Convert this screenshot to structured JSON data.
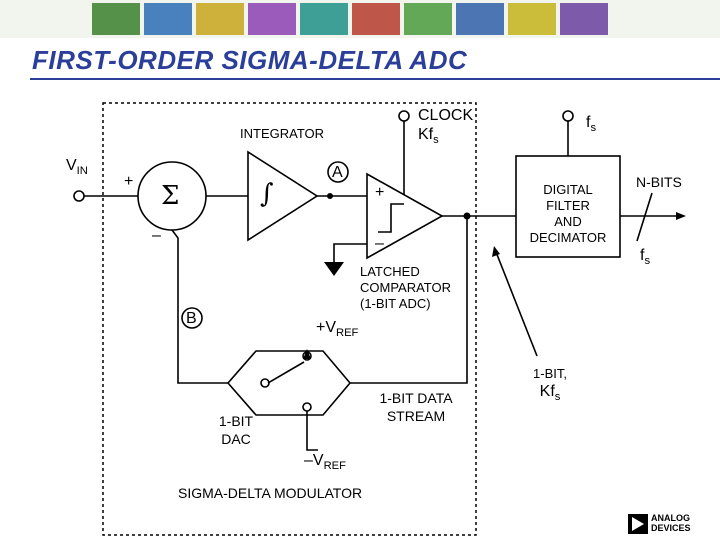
{
  "title": "FIRST-ORDER SIGMA-DELTA ADC",
  "banner_colors": [
    "#3a7f2a",
    "#2c6bb5",
    "#c8a51b",
    "#8b3fb0",
    "#1f8f86",
    "#b53a2c",
    "#4a9a3c",
    "#2f5fa8",
    "#c4b31a",
    "#6a3f9e"
  ],
  "labels": {
    "vin_main": "V",
    "vin_sub": "IN",
    "integrator": "INTEGRATOR",
    "clock_line1": "CLOCK",
    "clock_line2_main": "Kf",
    "clock_line2_sub": "s",
    "fs_top_main": "f",
    "fs_top_sub": "s",
    "plus_sum": "+",
    "minus_sum": "–",
    "sigma": "Σ",
    "integral": "∫",
    "node_a": "A",
    "node_b": "B",
    "plus_comp": "+",
    "minus_comp": "–",
    "latched_line1": "LATCHED",
    "latched_line2": "COMPARATOR",
    "latched_line3": "(1-BIT ADC)",
    "filter_line1": "DIGITAL",
    "filter_line2": "FILTER",
    "filter_line3": "AND",
    "filter_line4": "DECIMATOR",
    "nbits": "N-BITS",
    "fs_out_main": "f",
    "fs_out_sub": "s",
    "vref_pos_main": "+V",
    "vref_pos_sub": "REF",
    "vref_neg_main": "–V",
    "vref_neg_sub": "REF",
    "dac_line1": "1-BIT",
    "dac_line2": "DAC",
    "datastream_line1": "1-BIT DATA",
    "datastream_line2": "STREAM",
    "onebit_line1": "1-BIT,",
    "onebit_line2_main": "Kf",
    "onebit_line2_sub": "s",
    "modulator": "SIGMA-DELTA MODULATOR"
  },
  "logo": {
    "line1": "ANALOG",
    "line2": "DEVICES"
  }
}
